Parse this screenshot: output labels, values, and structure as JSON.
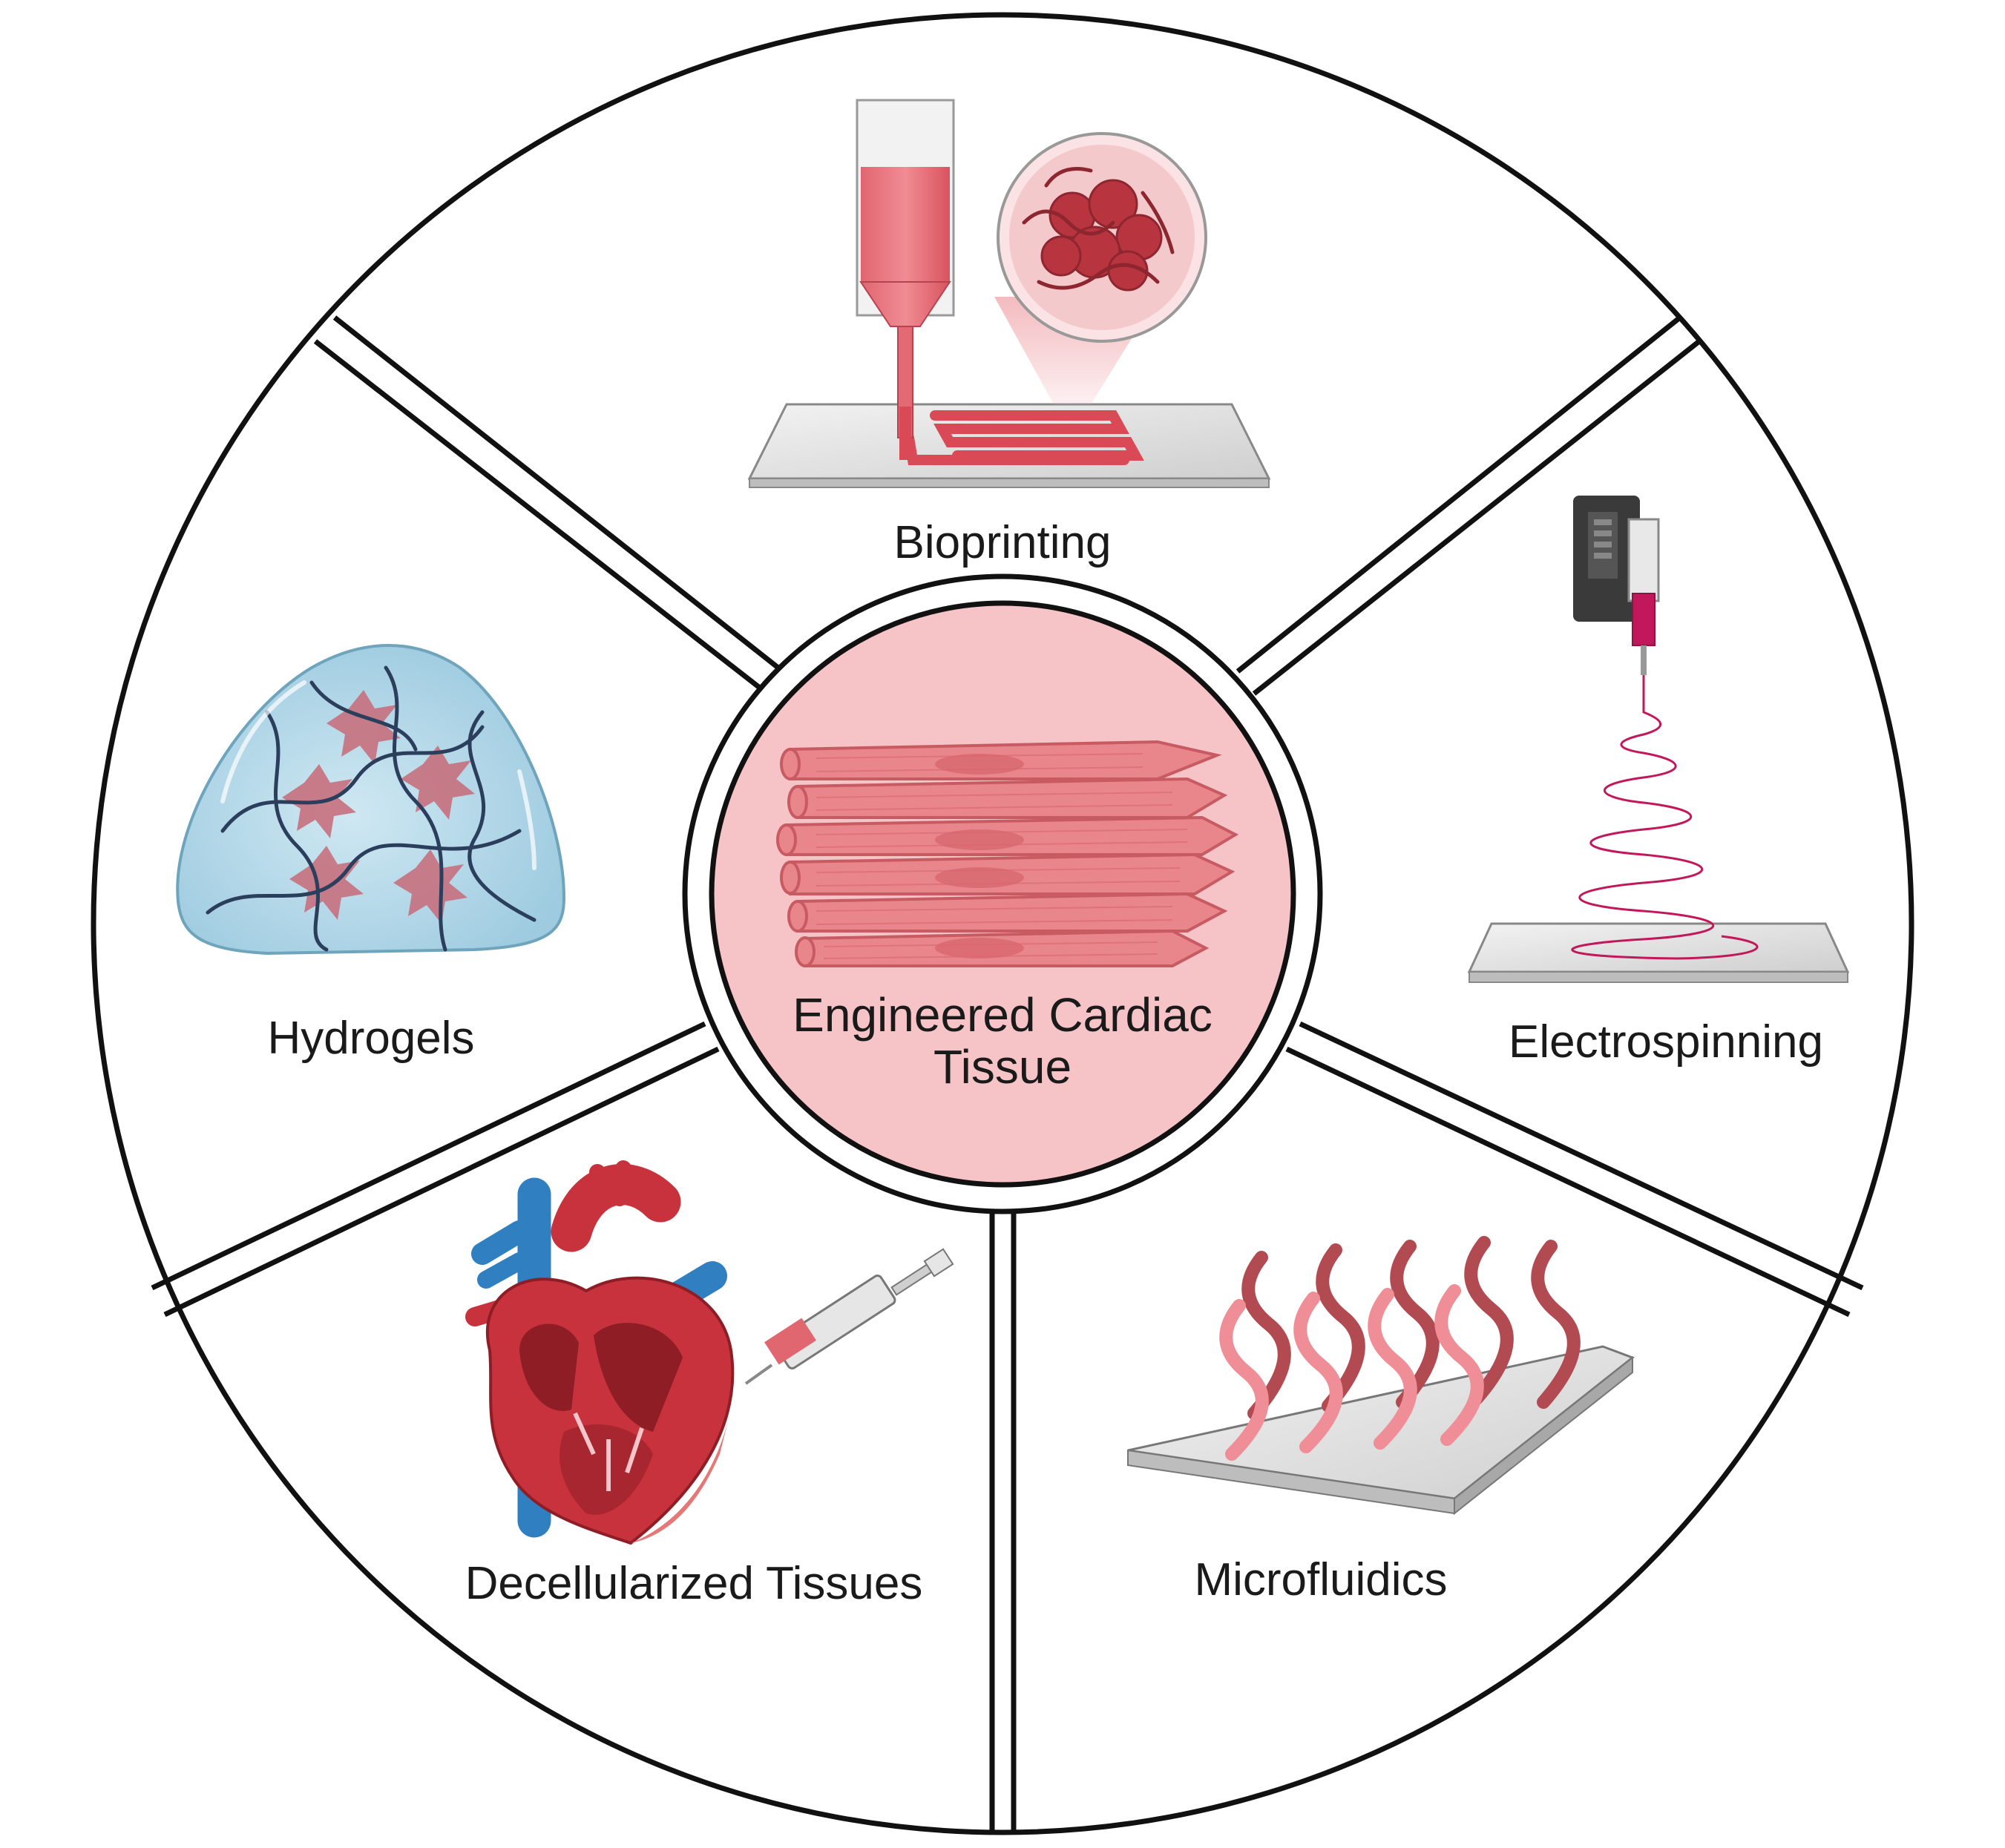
{
  "center": {
    "label_line1": "Engineered Cardiac",
    "label_line2": "Tissue"
  },
  "segments": [
    {
      "id": "bioprinting",
      "label": "Bioprinting",
      "icon": "bioprinter-icon"
    },
    {
      "id": "electrospinning",
      "label": "Electrospinning",
      "icon": "electrospinning-icon"
    },
    {
      "id": "microfluidics",
      "label": "Microfluidics",
      "icon": "microfluidic-chip-icon"
    },
    {
      "id": "decellularized",
      "label": "Decellularized Tissues",
      "icon": "heart-syringe-icon"
    },
    {
      "id": "hydrogels",
      "label": "Hydrogels",
      "icon": "hydrogel-icon"
    }
  ],
  "colors": {
    "outline": "#111111",
    "center_fill": "#f6c3c6",
    "tissue": "#e8868c",
    "tissue_dark": "#c85a62",
    "blood_red": "#c8323c",
    "vessel_blue": "#2f7fc1",
    "gel_blue": "#b9dbea",
    "plate_gray": "#d9d9d9"
  }
}
